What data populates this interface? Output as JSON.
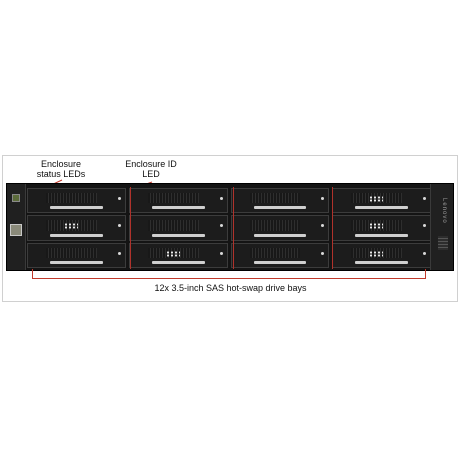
{
  "callouts": {
    "status_leds": "Enclosure\nstatus LEDs",
    "id_led": "Enclosure ID\nLED",
    "drive_bays": "12x 3.5-inch SAS hot-swap drive bays"
  },
  "brand": "Lenovo",
  "drive_bay_count": 12,
  "colors": {
    "callout_line": "#c0392b",
    "chassis": "#141414",
    "bay_border": "#3c3c3c"
  },
  "icons": [
    "status-led-icon",
    "id-led-icon",
    "vent-icon"
  ]
}
